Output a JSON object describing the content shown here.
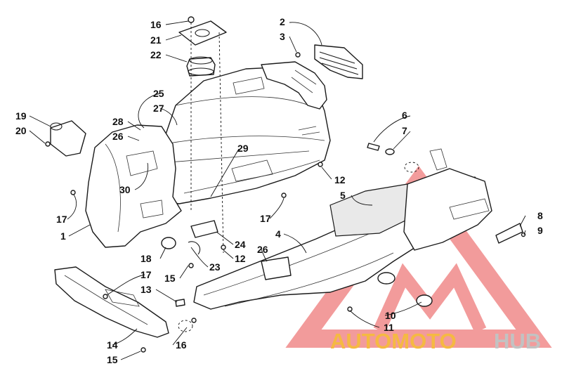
{
  "diagram": {
    "callouts": {
      "c16a": "16",
      "c21": "21",
      "c22": "22",
      "c2": "2",
      "c3": "3",
      "c25": "25",
      "c27": "27",
      "c28": "28",
      "c26a": "26",
      "c19": "19",
      "c20": "20",
      "c29": "29",
      "c6": "6",
      "c7": "7",
      "c30": "30",
      "c12a": "12",
      "c5": "5",
      "c17a": "17",
      "c17b": "17",
      "c1": "1",
      "c4": "4",
      "c8": "8",
      "c9": "9",
      "c24": "24",
      "c26b": "26",
      "c18": "18",
      "c12b": "12",
      "c23": "23",
      "c17c": "17",
      "c15a": "15",
      "c13": "13",
      "c10": "10",
      "c11": "11",
      "c14": "14",
      "c16b": "16",
      "c15b": "15"
    }
  },
  "watermark": {
    "text_colored": "AUTOMOTO",
    "text_grey": "HUB",
    "colors": {
      "logo": "#e94b4b",
      "colored_text": "#f5b942",
      "grey_text": "#c2c2c2"
    }
  }
}
